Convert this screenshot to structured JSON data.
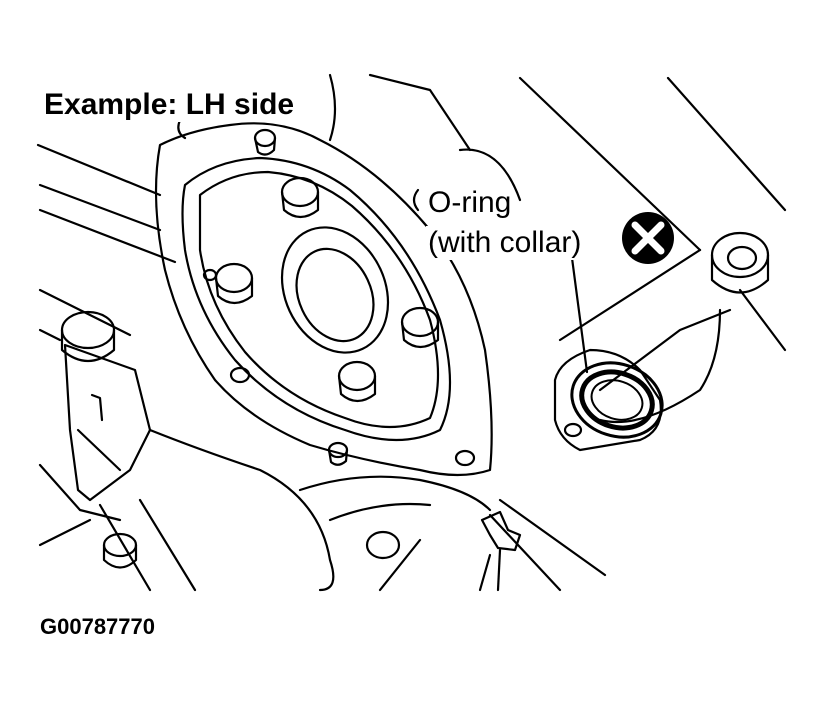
{
  "diagram": {
    "view_label": "Example: LH side",
    "callout": {
      "line1": "O-ring",
      "line2": "(with collar)",
      "symbol": "x-mark-icon",
      "symbol_meaning": "replace-with-new-part"
    },
    "figure_id": "G00787770"
  },
  "colors": {
    "ink": "#000000",
    "paper": "#ffffff"
  }
}
